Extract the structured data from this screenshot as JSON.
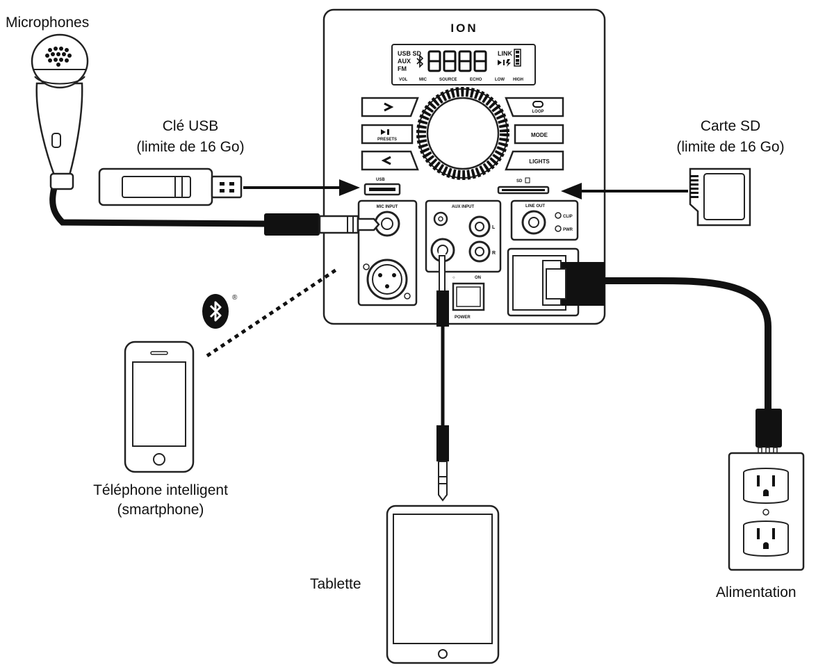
{
  "labels": {
    "microphones": "Microphones",
    "usb_line1": "Clé USB",
    "usb_line2": "(limite de 16 Go)",
    "sd_line1": "Carte SD",
    "sd_line2": "(limite de 16 Go)",
    "phone_line1": "Téléphone intelligent",
    "phone_line2": "(smartphone)",
    "tablet": "Tablette",
    "power": "Alimentation"
  },
  "device": {
    "brand": "ION",
    "display_left": [
      "USB SD",
      "AUX",
      "FM"
    ],
    "display_right": "LINK",
    "display_bottom": [
      "VOL",
      "MIC",
      "SOURCE",
      "ECHO",
      "LOW",
      "HIGH"
    ],
    "btn_lights": "LIGHTS",
    "btn_mode": "MODE",
    "btn_presets": "PRESETS",
    "btn_loop": "LOOP",
    "port_usb": "USB",
    "port_sd": "SD",
    "mic_input": "MIC INPUT",
    "aux_input": "AUX INPUT",
    "line_out": "LINE OUT",
    "power_label": "POWER",
    "on_label": "ON",
    "clip_label": "CLIP",
    "pwr_label": "PWR"
  }
}
